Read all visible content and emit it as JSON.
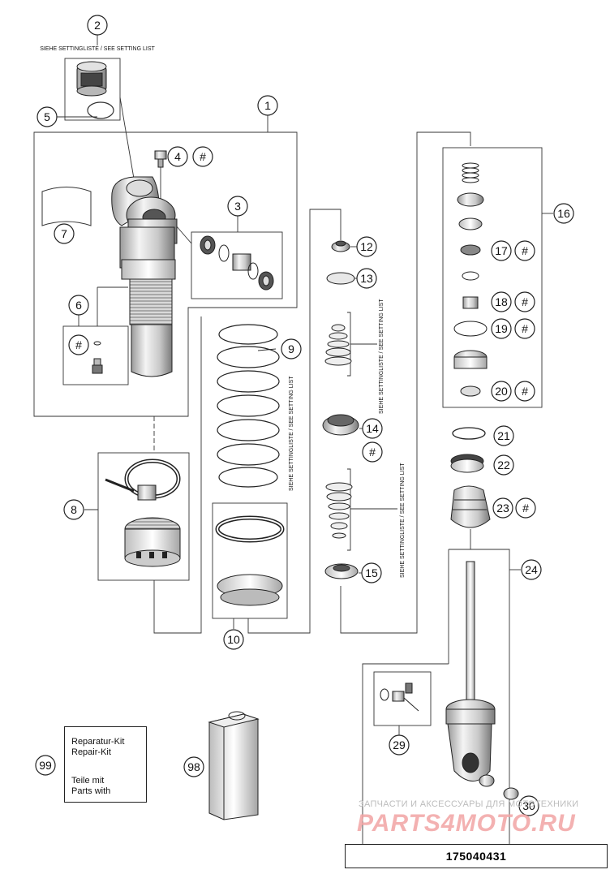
{
  "diagram": {
    "document_number": "175040431",
    "setting_note_horizontal": "SIEHE SETTINGLISTE / SEE SETTING LIST",
    "setting_note_vertical": "SIEHE SETTINGLISTE / SEE SETTING LIST",
    "hash_symbol": "#",
    "callouts": {
      "c1": "1",
      "c2": "2",
      "c3": "3",
      "c4": "4",
      "c5": "5",
      "c6": "6",
      "c7": "7",
      "c8": "8",
      "c9": "9",
      "c10": "10",
      "c12": "12",
      "c13": "13",
      "c14": "14",
      "c15": "15",
      "c16": "16",
      "c17": "17",
      "c18": "18",
      "c19": "19",
      "c20": "20",
      "c21": "21",
      "c22": "22",
      "c23": "23",
      "c24": "24",
      "c29": "29",
      "c30": "30",
      "c98": "98",
      "c99": "99"
    },
    "repair_kit": {
      "line1": "Reparatur-Kit",
      "line2": "Repair-Kit",
      "line3": "Teile mit",
      "line4": "Parts with"
    },
    "watermark": {
      "tagline": "ЗАПЧАСТИ И АКСЕССУАРЫ ДЛЯ МОТОТЕХНИКИ",
      "logo": "PARTS4MOTO.RU"
    }
  }
}
